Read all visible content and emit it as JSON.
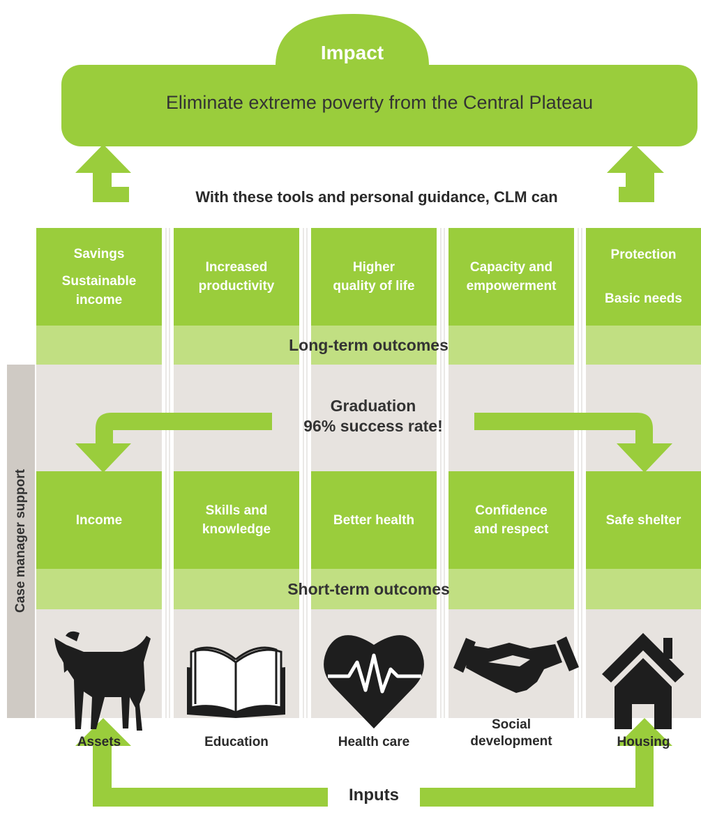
{
  "colors": {
    "green": "#9acd3c",
    "light_green": "#c1df82",
    "gray": "#e7e3df",
    "sidebar": "#cfcac4",
    "text_dark": "#333333",
    "icon_dark": "#1e1e1e"
  },
  "impact": {
    "title": "Impact",
    "statement": "Eliminate extreme poverty from the Central Plateau"
  },
  "bridge_text": "With these tools and personal guidance, CLM can",
  "long_term": {
    "band_label": "Long-term outcomes",
    "columns": [
      {
        "line1": "Savings",
        "line2": "Sustainable",
        "line3": "income"
      },
      {
        "line1": "Increased",
        "line2": "productivity"
      },
      {
        "line1": "Higher",
        "line2": "quality of life"
      },
      {
        "line1": "Capacity and",
        "line2": "empowerment"
      },
      {
        "line1": "Protection",
        "line2": "Basic needs"
      }
    ]
  },
  "graduation": {
    "title": "Graduation",
    "rate": "96% success rate!"
  },
  "short_term": {
    "band_label": "Short-term outcomes",
    "columns": [
      {
        "line1": "Income"
      },
      {
        "line1": "Skills and",
        "line2": "knowledge"
      },
      {
        "line1": "Better health"
      },
      {
        "line1": "Confidence",
        "line2": "and respect"
      },
      {
        "line1": "Safe shelter"
      }
    ]
  },
  "sidebar_label": "Case manager support",
  "inputs": {
    "label": "Inputs",
    "items": [
      {
        "label": "Assets",
        "icon": "goat-icon"
      },
      {
        "label": "Education",
        "icon": "open-book-icon"
      },
      {
        "label": "Health care",
        "icon": "heartbeat-icon"
      },
      {
        "label_line1": "Social",
        "label_line2": "development",
        "icon": "handshake-icon"
      },
      {
        "label": "Housing",
        "icon": "house-icon"
      }
    ]
  }
}
